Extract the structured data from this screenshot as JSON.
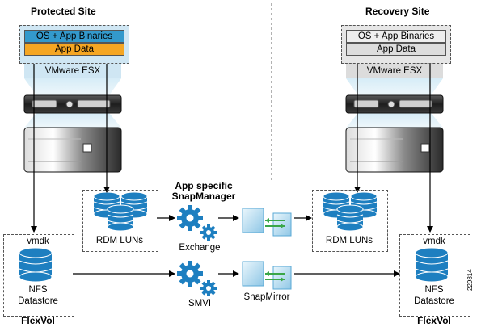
{
  "protected_site": {
    "title": "Protected Site",
    "vm_line1": "OS + App Binaries",
    "vm_line2": "App Data",
    "hypervisor": "VMware ESX",
    "rdm_label": "RDM LUNs",
    "vmdk_label": "vmdk",
    "nfs_label_1": "NFS",
    "nfs_label_2": "Datastore",
    "flexvol_label": "FlexVol"
  },
  "recovery_site": {
    "title": "Recovery Site",
    "vm_line1": "OS + App Binaries",
    "vm_line2": "App Data",
    "hypervisor": "VMware ESX",
    "rdm_label": "RDM LUNs",
    "vmdk_label": "vmdk",
    "nfs_label_1": "NFS",
    "nfs_label_2": "Datastore",
    "flexvol_label": "FlexVol"
  },
  "middle": {
    "snapmanager_line1": "App specific",
    "snapmanager_line2": "SnapManager",
    "exchange_label": "Exchange",
    "smvi_label": "SMVI",
    "snapmirror_label": "SnapMirror"
  },
  "figure_id": "229814",
  "colors": {
    "os_box_protected": "#3399cc",
    "app_data_protected": "#f5a623",
    "storage_blue": "#1e7fc0",
    "gear_blue": "#1e7fc0",
    "esx_band": "#cfe6f3",
    "recovery_gray": "#e6e6e6",
    "arrow_green": "#3aa648"
  }
}
